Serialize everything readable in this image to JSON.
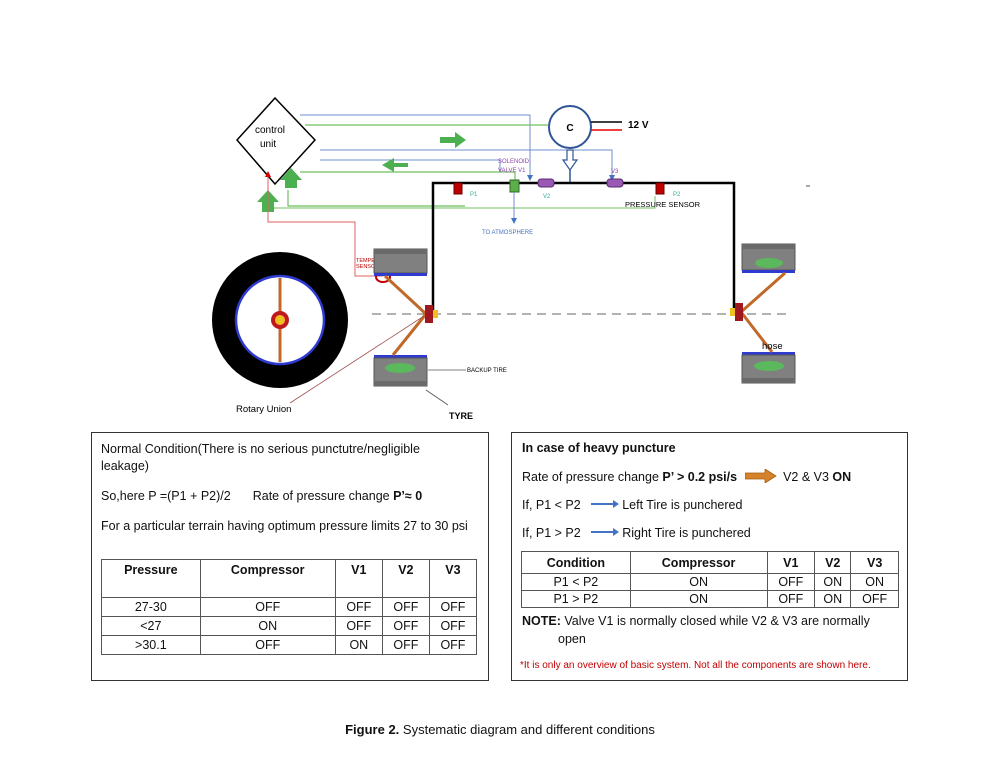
{
  "diagram": {
    "control_unit": "control\nunit",
    "compressor": "C",
    "supply_voltage": "12 V",
    "solenoid_label": "SOLENOID\nVALVE V1",
    "p1": "P1",
    "p2": "P2",
    "v2": "V2",
    "v3": "V3",
    "pressure_sensor": "PRESSURE SENSOR",
    "to_atmosphere": "TO ATMOSPHERE",
    "temperature_sensor": "TEMPERATURE\nSENSOR",
    "backup_tire": "BACKUP TIRE",
    "tyre": "TYRE",
    "hose": "hose",
    "rotary_union": "Rotary Union"
  },
  "normal": {
    "line1": "Normal Condition(There is no serious punctutre/negligible leakage)",
    "line2a": "So,here P =(P1 + P2)/2",
    "line2b": "Rate of pressure change ",
    "line2c": "P’≈ 0",
    "line3": "For a particular terrain having  optimum pressure limits 27 to 30 psi",
    "headers": [
      "Pressure",
      "Compressor",
      "V1",
      "V2",
      "V3"
    ],
    "rows": [
      [
        "27-30",
        "OFF",
        "OFF",
        "OFF",
        "OFF"
      ],
      [
        "<27",
        "ON",
        "OFF",
        "OFF",
        "OFF"
      ],
      [
        ">30.1",
        "OFF",
        "ON",
        "OFF",
        "OFF"
      ]
    ]
  },
  "heavy": {
    "title": "In case of heavy puncture",
    "rate_text": "Rate of pressure change ",
    "rate_bold": "P’ > 0.2 psi/s",
    "rate_result": "V2 & V3 ",
    "rate_on": "ON",
    "if1": "If,  P1 < P2",
    "if1_result": "Left Tire is punchered",
    "if2": "If,  P1 > P2",
    "if2_result": "Right Tire is punchered",
    "headers": [
      "Condition",
      "Compressor",
      "V1",
      "V2",
      "V3"
    ],
    "rows": [
      [
        "P1 < P2",
        "ON",
        "OFF",
        "ON",
        "ON"
      ],
      [
        "P1 > P2",
        "ON",
        "OFF",
        "ON",
        "OFF"
      ]
    ],
    "note_label": "NOTE:",
    "note_text": " Valve V1 is normally closed while V2 & V3 are normally",
    "note_text2": "open",
    "footnote": "*It is only an overview of basic system. Not all the components are shown here."
  },
  "caption": {
    "label": "Figure 2.",
    "text": "  Systematic diagram and different conditions"
  }
}
